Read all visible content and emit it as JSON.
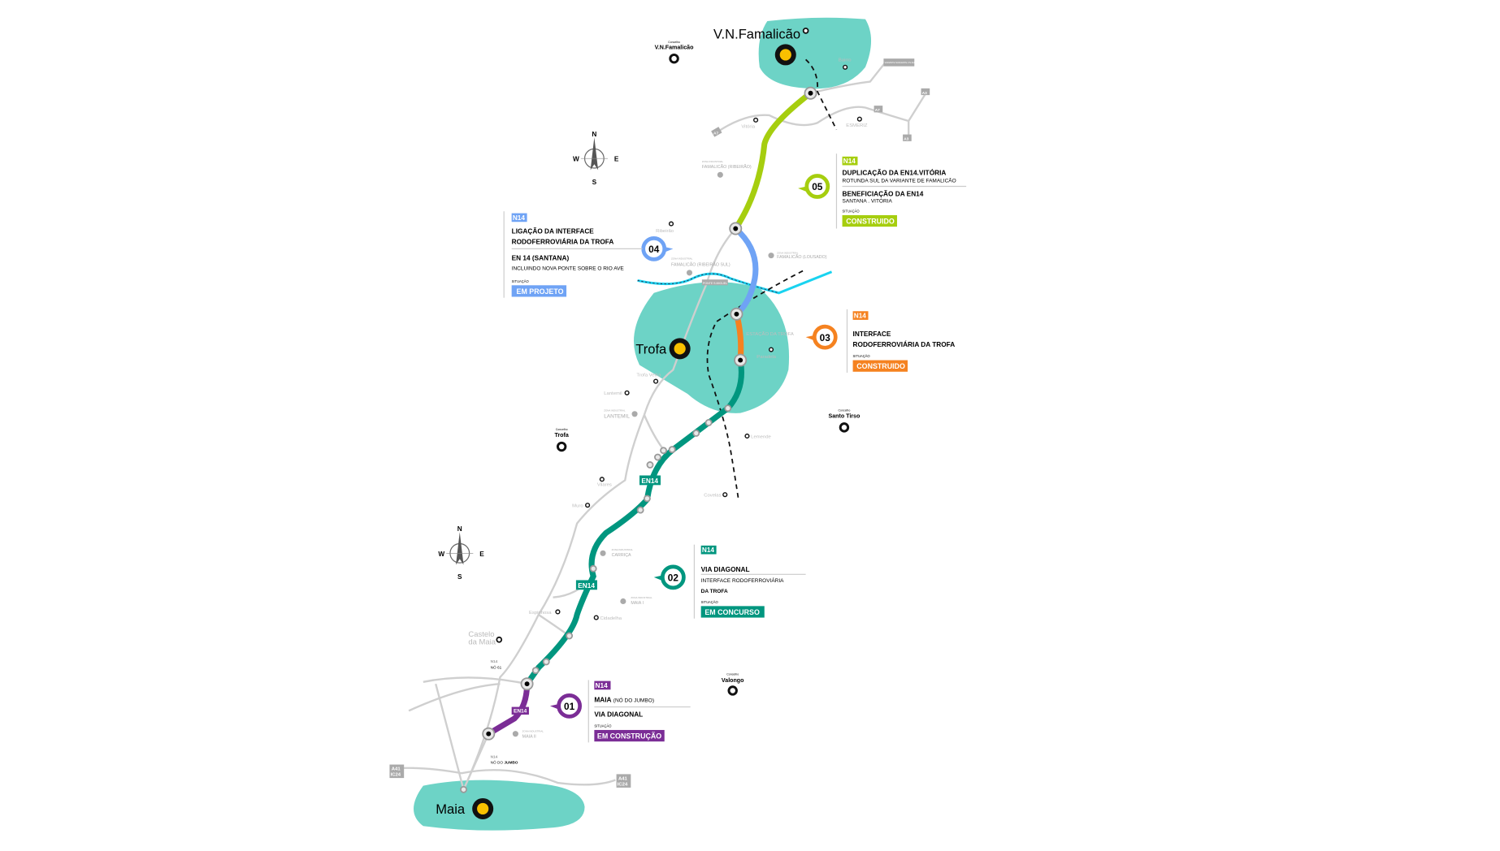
{
  "colors": {
    "zone": "#6dd3c6",
    "city_dot": "#f9c000",
    "phase_05": "#a6ce0f",
    "phase_04": "#6fa3f5",
    "phase_03": "#f58220",
    "phase_02": "#00967f",
    "phase_01": "#7b2d96",
    "river": "#19d3f0",
    "road": "#cfcfcf"
  },
  "cities": {
    "famalicao": "V.N.Famalicão",
    "trofa": "Trofa",
    "maia": "Maia"
  },
  "concelhos": [
    {
      "caption": "Concelho",
      "name": "V.N.Famalicão"
    },
    {
      "caption": "Concelho",
      "name": "Trofa"
    },
    {
      "caption": "Concelho",
      "name": "Santo Tirso"
    },
    {
      "caption": "Concelho",
      "name": "Valongo"
    }
  ],
  "compass": {
    "n": "N",
    "s": "S",
    "e": "E",
    "w": "W"
  },
  "places": {
    "bairro": "Bairro",
    "vitoria": "Vitória",
    "esmeriz": "ESMERIZ",
    "ribeirao": "Ribeirão",
    "trofa_velha": "Trofa Velha",
    "lantemil_place": "Lantemil",
    "paradela": "Paradela",
    "lemende": "Lemende",
    "covelas": "Covelas",
    "vilares": "Vilares",
    "muro": "Muro",
    "espinhosa": "Espinhosa",
    "cidadelha": "Cidadelha",
    "castelo_1": "Castelo",
    "castelo_2": "da Maia",
    "estacao": "ESTAÇÃO DA TROFA"
  },
  "industrial_zones": [
    {
      "caption": "ZONA INDUSTRIAL",
      "name": "FAMALICÃO (RIBEIRÃO)"
    },
    {
      "caption": "ZONA INDUSTRIAL",
      "name": "FAMALICÃO (RIBEIRÃO SUL)"
    },
    {
      "caption": "ZONA INDUSTRIAL",
      "name": "FAMALICÃO (LOUSADO)"
    },
    {
      "caption": "ZONA INDUSTRIAL",
      "name": "LANTEMIL"
    },
    {
      "caption": "ZONA INDUSTRIAL",
      "name": "CARRIÇA"
    },
    {
      "caption": "ZONA INDUSTRIAL",
      "name": "MAIA I"
    },
    {
      "caption": "ZONA INDUSTRIAL",
      "name": "MAIA II"
    }
  ],
  "road_badges": {
    "a7": "A7",
    "a3": "A3",
    "a41": "A41",
    "ic24": "IC24",
    "en14": "EN14",
    "n14": "N14",
    "no_61": "NÓ 61",
    "no_do": "NÓ DO",
    "jumbo": "JUMBO",
    "variante": "VARIANTE NASCENTE V.N.FAMALICÃO",
    "ponte": "PONTE S.MIGUEL"
  },
  "phases": [
    {
      "number": "01",
      "tag": "N14",
      "title": "MAIA",
      "title_note": "(NÓ DO JUMBO)",
      "subtitle": "VIA DIAGONAL",
      "situation_label": "SITUAÇÃO",
      "status": "EM CONSTRUÇÃO"
    },
    {
      "number": "02",
      "tag": "N14",
      "title": "VIA DIAGONAL",
      "subtitle": "INTERFACE RODOFERROVIÁRIA",
      "subtitle2": "DA TROFA",
      "situation_label": "SITUAÇÃO",
      "status": "EM CONCURSO"
    },
    {
      "number": "03",
      "tag": "N14",
      "title": "INTERFACE",
      "title2": "RODOFERROVIÁRIA DA TROFA",
      "situation_label": "SITUAÇÃO",
      "status": "CONSTRUIDO"
    },
    {
      "number": "04",
      "tag": "N14",
      "title": "LIGAÇÃO DA INTERFACE",
      "title2": "RODOFERROVIÁRIA DA TROFA",
      "subtitle": "EN 14 (SANTANA)",
      "subtitle2": "INCLUINDO NOVA PONTE SOBRE O RIO AVE",
      "situation_label": "SITUAÇÃO",
      "status": "EM PROJETO"
    },
    {
      "number": "05",
      "tag": "N14",
      "title": "DUPLICAÇÃO DA EN14.VITÓRIA",
      "subtitle": "ROTUNDA SUL DA VARIANTE DE FAMALICÃO",
      "title2": "BENEFICIAÇÃO DA EN14",
      "subtitle2": "SANTANA . VITÓRIA",
      "situation_label": "SITUAÇÃO",
      "status": "CONSTRUIDO"
    }
  ]
}
